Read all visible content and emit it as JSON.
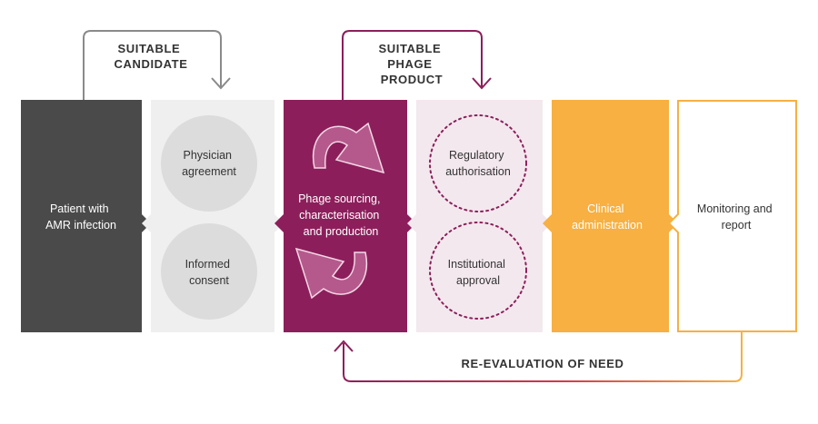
{
  "labels": {
    "suitable_candidate": [
      "SUITABLE",
      "CANDIDATE"
    ],
    "suitable_phage_product": [
      "SUITABLE",
      "PHAGE",
      "PRODUCT"
    ],
    "reevaluation": "RE-EVALUATION OF NEED"
  },
  "steps": {
    "patient": [
      "Patient with",
      "AMR infection"
    ],
    "physician": [
      "Physician",
      "agreement"
    ],
    "consent": [
      "Informed",
      "consent"
    ],
    "phage": [
      "Phage sourcing,",
      "characterisation",
      "and production"
    ],
    "regulatory": [
      "Regulatory",
      "authorisation"
    ],
    "institutional": [
      "Institutional",
      "approval"
    ],
    "clinical": [
      "Clinical",
      "administration"
    ],
    "monitoring": [
      "Monitoring and",
      "report"
    ]
  },
  "colors": {
    "dark_grey": "#4a4a4a",
    "light_grey": "#efefef",
    "circle_grey": "#dcdcdc",
    "purple": "#8c1f5b",
    "light_pink": "#f3e8ee",
    "orange": "#f7b041",
    "arrow_grey": "#8a8a8a",
    "arrow_purple": "#8c1f5b"
  }
}
